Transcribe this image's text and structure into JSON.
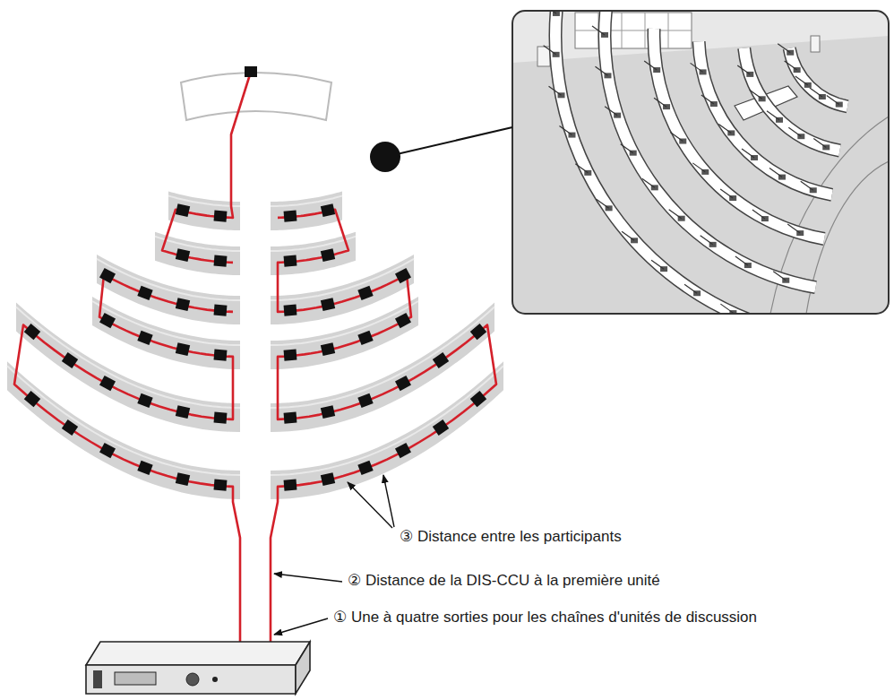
{
  "diagram": {
    "labels": [
      "③ Distance entre les participants",
      "② Distance de la DIS-CCU à la première unité",
      "① Une à quatre sorties pour les chaînes d'unités de discussion"
    ]
  }
}
